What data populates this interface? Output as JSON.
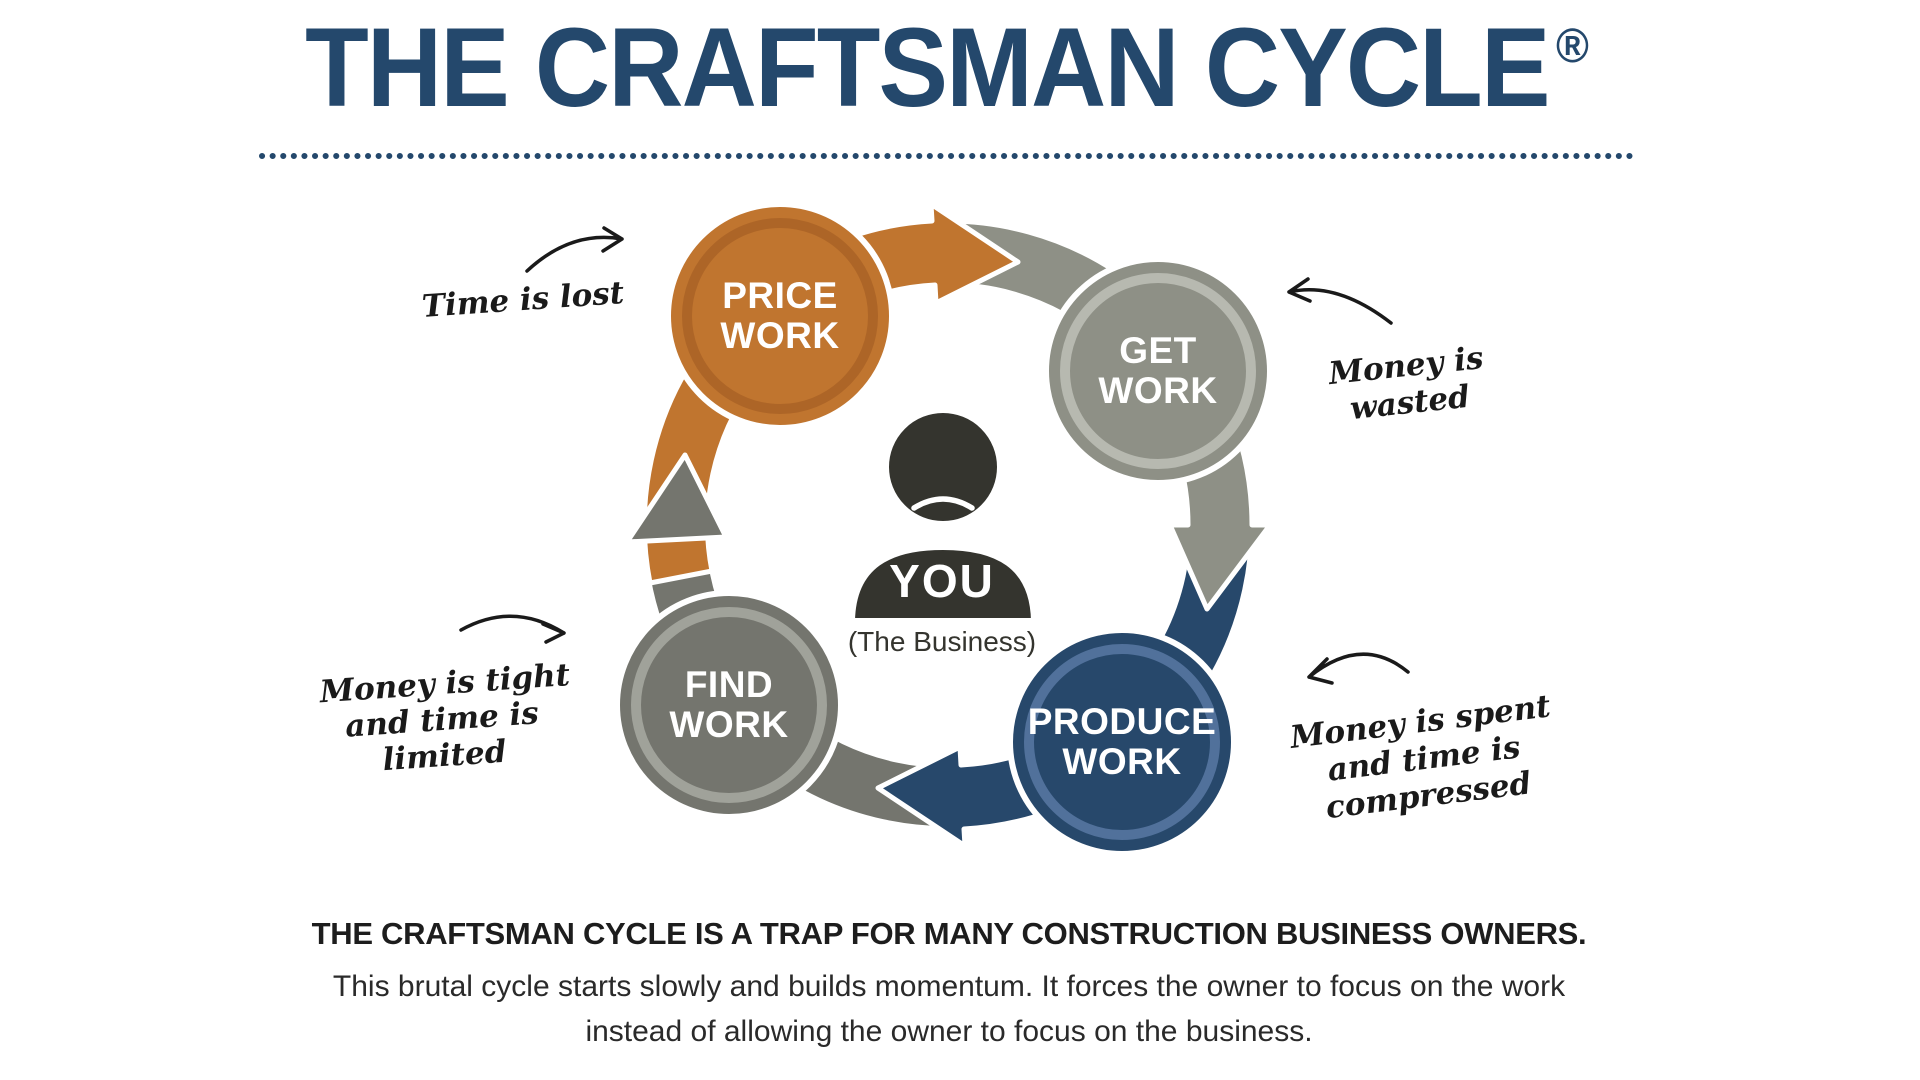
{
  "header": {
    "title": "THE CRAFTSMAN CYCLE",
    "registered_mark": "®"
  },
  "palette": {
    "title_navy": "#24486C",
    "dotted_line": "#24486C",
    "handwriting": "#1A1A1A",
    "person": "#34342E",
    "background": "#FFFFFF"
  },
  "cycle": {
    "center": {
      "label": "YOU",
      "sublabel": "(The Business)"
    },
    "nodes": {
      "price": {
        "line1": "PRICE",
        "line2": "WORK",
        "fill": "#C0752F",
        "ring": "#AD6527"
      },
      "get": {
        "line1": "GET",
        "line2": "WORK",
        "fill": "#8E9086",
        "ring": "#B7B9B0"
      },
      "produce": {
        "line1": "PRODUCE",
        "line2": "WORK",
        "fill": "#27486B",
        "ring": "#51719B"
      },
      "find": {
        "line1": "FIND",
        "line2": "WORK",
        "fill": "#74756E",
        "ring": "#A0A29A"
      }
    }
  },
  "annotations": {
    "time_lost": {
      "line1": "Time is lost"
    },
    "money_wasted": {
      "line1": "Money is",
      "line2": "wasted"
    },
    "money_spent": {
      "line1": "Money is spent",
      "line2": "and time is",
      "line3": "compressed"
    },
    "money_tight": {
      "line1": "Money is tight",
      "line2": "and time is",
      "line3": "limited"
    }
  },
  "footer": {
    "heading": "THE CRAFTSMAN CYCLE IS A TRAP FOR MANY CONSTRUCTION BUSINESS OWNERS.",
    "line1": "This brutal cycle starts slowly and builds momentum. It forces the owner to focus on the work",
    "line2": "instead of allowing the owner to focus on the business."
  }
}
